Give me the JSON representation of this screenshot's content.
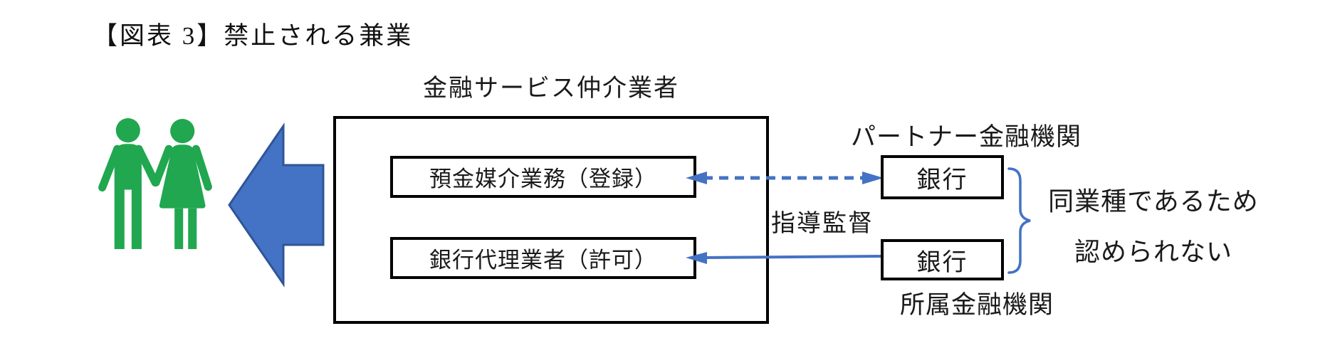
{
  "colors": {
    "green": "#21A74F",
    "arrow_blue": "#4472C4",
    "arrow_blue_dark": "#2F5597",
    "box_border": "#000000",
    "ink": "#1a1a1a"
  },
  "title": "【図表 3】禁止される兼業",
  "diagram": {
    "intermediary": {
      "label": "金融サービス仲介業者",
      "items": [
        {
          "label": "預金媒介業務（登録）"
        },
        {
          "label": "銀行代理業者（許可）"
        }
      ]
    },
    "partner": {
      "caption": "パートナー金融機関",
      "label": "銀行"
    },
    "affiliated": {
      "caption": "所属金融機関",
      "label": "銀行"
    },
    "supervision_label": "指導監督",
    "note": {
      "line1": "同業種であるため",
      "line2": "認められない"
    },
    "icons": {
      "couple": "couple-icon",
      "big_left_arrow": "big-left-arrow-icon",
      "dashed_double_arrow": "dashed-double-arrow-icon",
      "solid_left_arrow": "solid-left-arrow-icon",
      "brace": "right-curly-brace-icon"
    }
  }
}
